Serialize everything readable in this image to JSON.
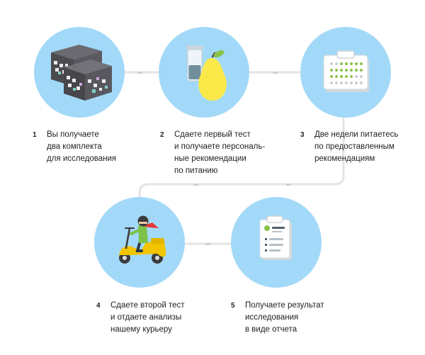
{
  "colors": {
    "circle": "#a3d9f8",
    "connector": "#e4e4e4",
    "accent_green": "#8bc34a",
    "pear": "#fbe94a",
    "scooter": "#f2c500"
  },
  "connector_marker": "»»",
  "steps": [
    {
      "number": "1",
      "icon": "test-kits-icon",
      "lines": [
        "Вы получаете",
        "два комплекта",
        "для исследования"
      ]
    },
    {
      "number": "2",
      "icon": "test-tube-pear-icon",
      "lines": [
        "Сдаете первый тест",
        "и получаете персональ-",
        "ные рекомендации",
        "по питанию"
      ]
    },
    {
      "number": "3",
      "icon": "calendar-icon",
      "lines": [
        "Две недели питаетесь",
        "по предоставленным",
        "рекомендациям"
      ]
    },
    {
      "number": "4",
      "icon": "courier-scooter-icon",
      "lines": [
        "Сдаете второй тест",
        "и отдаете анализы",
        "нашему курьеру"
      ]
    },
    {
      "number": "5",
      "icon": "report-clipboard-icon",
      "lines": [
        "Получаете результат",
        "исследования",
        "в виде отчета"
      ]
    }
  ]
}
